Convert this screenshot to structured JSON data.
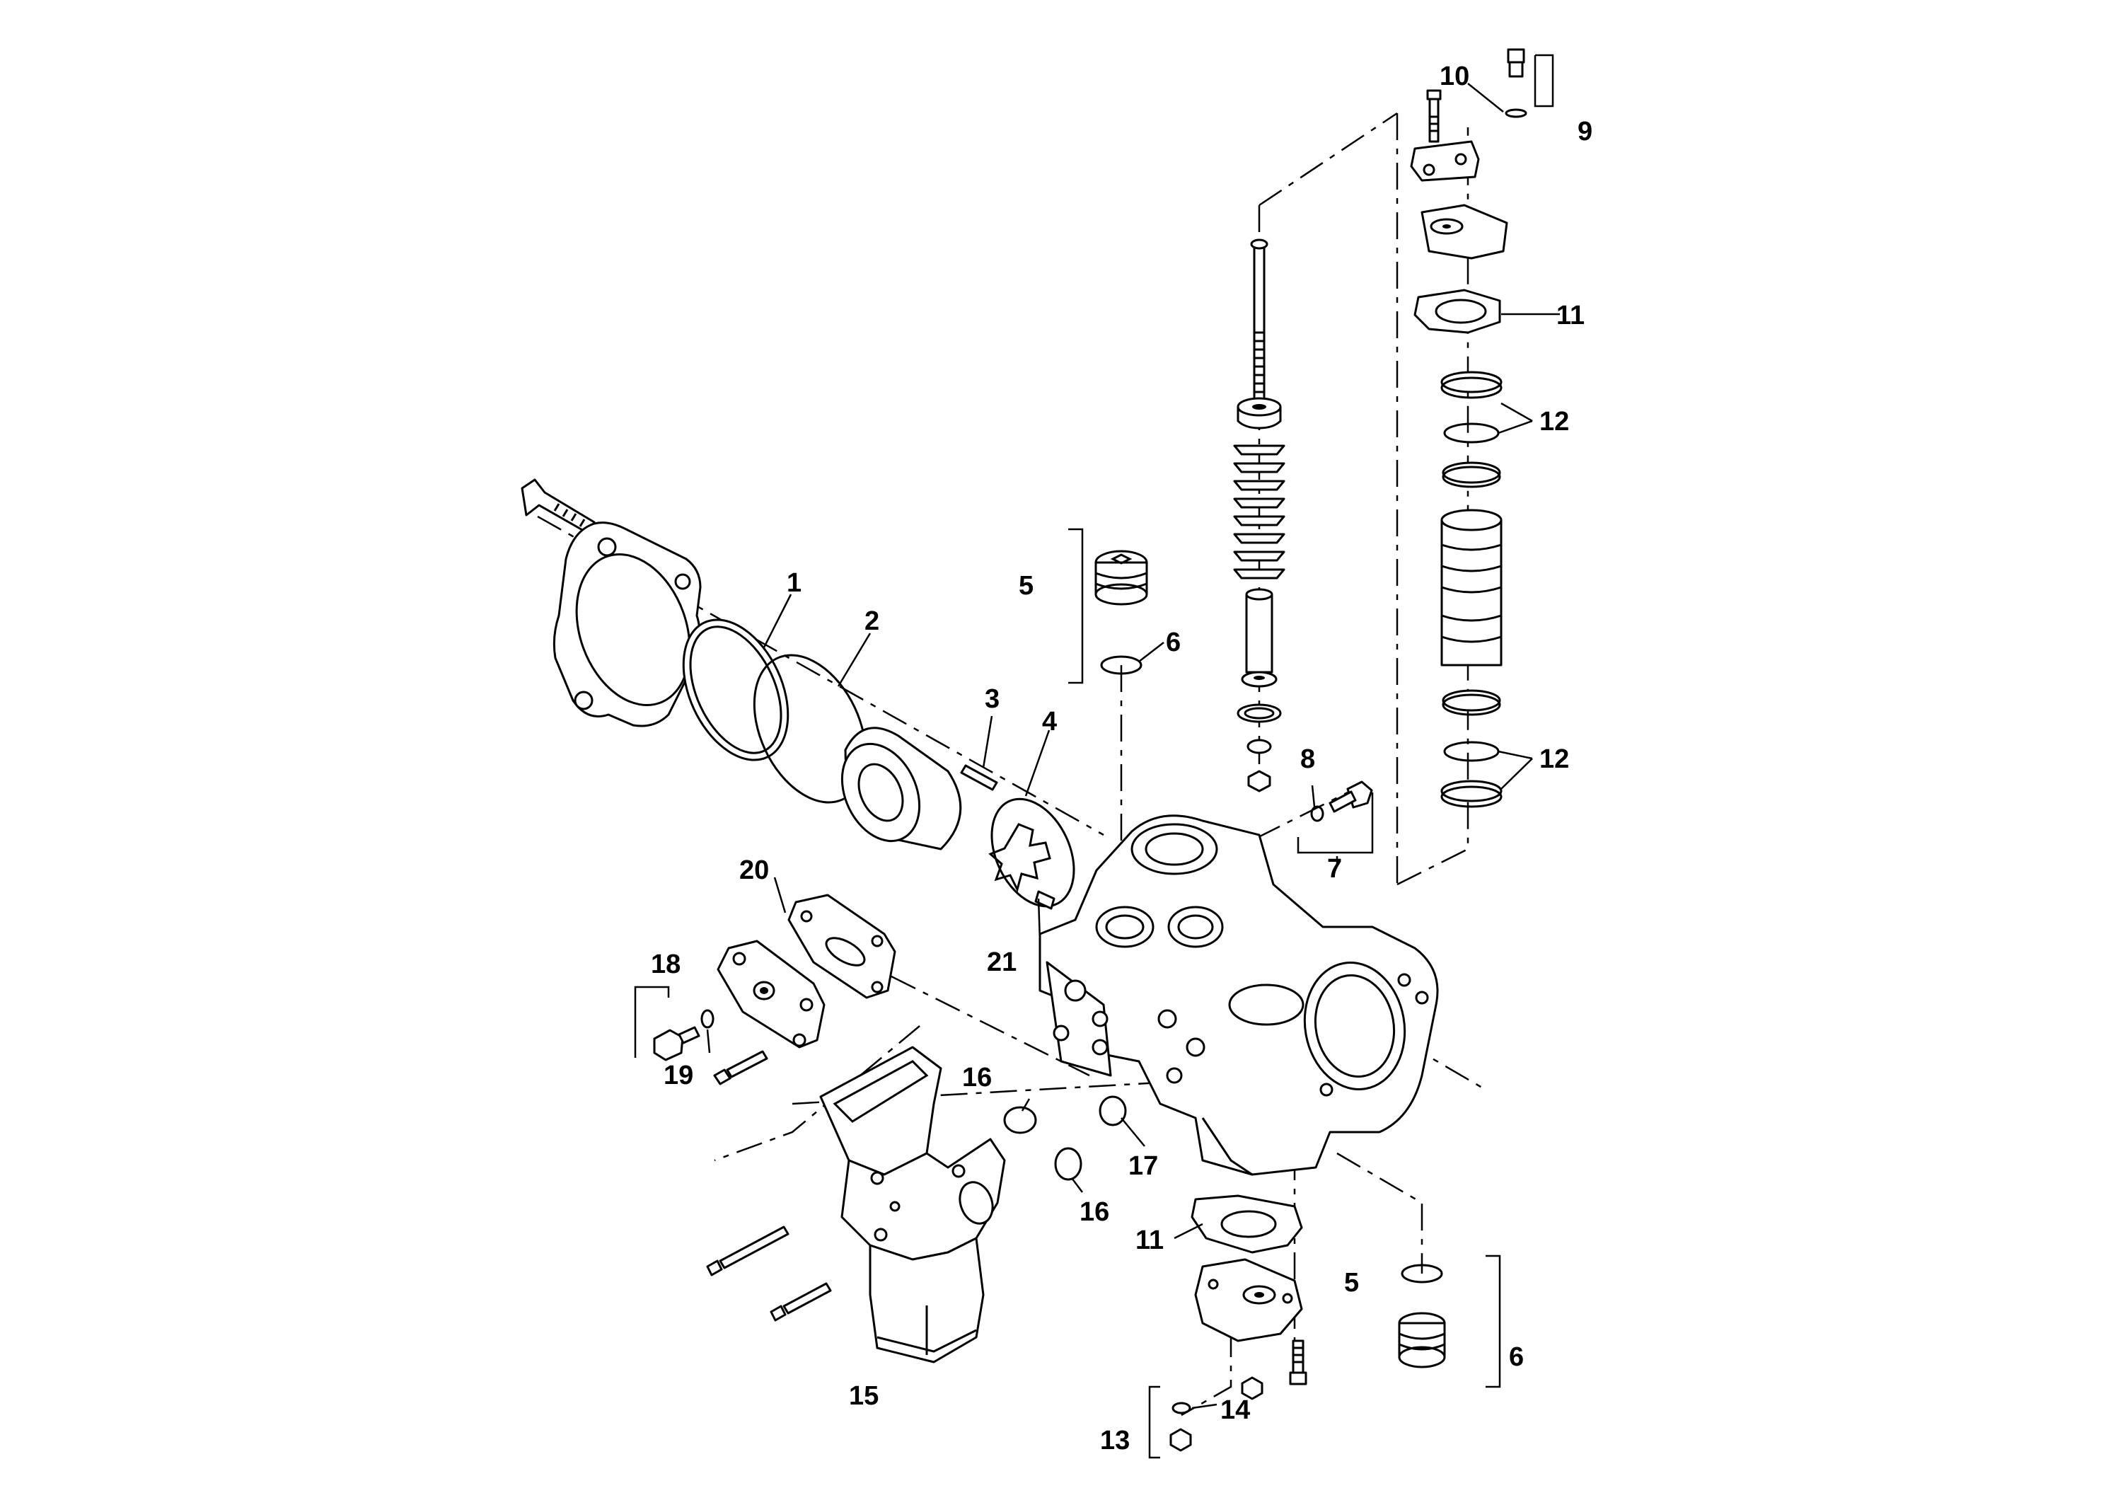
{
  "diagram": {
    "callouts": [
      {
        "id": "c1",
        "label": "1"
      },
      {
        "id": "c2",
        "label": "2"
      },
      {
        "id": "c3",
        "label": "3"
      },
      {
        "id": "c4",
        "label": "4"
      },
      {
        "id": "c5a",
        "label": "5"
      },
      {
        "id": "c6a",
        "label": "6"
      },
      {
        "id": "c7",
        "label": "7"
      },
      {
        "id": "c8",
        "label": "8"
      },
      {
        "id": "c9",
        "label": "9"
      },
      {
        "id": "c10",
        "label": "10"
      },
      {
        "id": "c11a",
        "label": "11"
      },
      {
        "id": "c12a",
        "label": "12"
      },
      {
        "id": "c12b",
        "label": "12"
      },
      {
        "id": "c13",
        "label": "13"
      },
      {
        "id": "c14",
        "label": "14"
      },
      {
        "id": "c15",
        "label": "15"
      },
      {
        "id": "c16a",
        "label": "16"
      },
      {
        "id": "c16b",
        "label": "16"
      },
      {
        "id": "c17",
        "label": "17"
      },
      {
        "id": "c18",
        "label": "18"
      },
      {
        "id": "c19",
        "label": "19"
      },
      {
        "id": "c20",
        "label": "20"
      },
      {
        "id": "c21",
        "label": "21"
      },
      {
        "id": "c11b",
        "label": "11"
      },
      {
        "id": "c5b",
        "label": "5"
      },
      {
        "id": "c6b",
        "label": "6"
      }
    ],
    "colors": {
      "line": "#000000",
      "background": "#ffffff"
    }
  }
}
